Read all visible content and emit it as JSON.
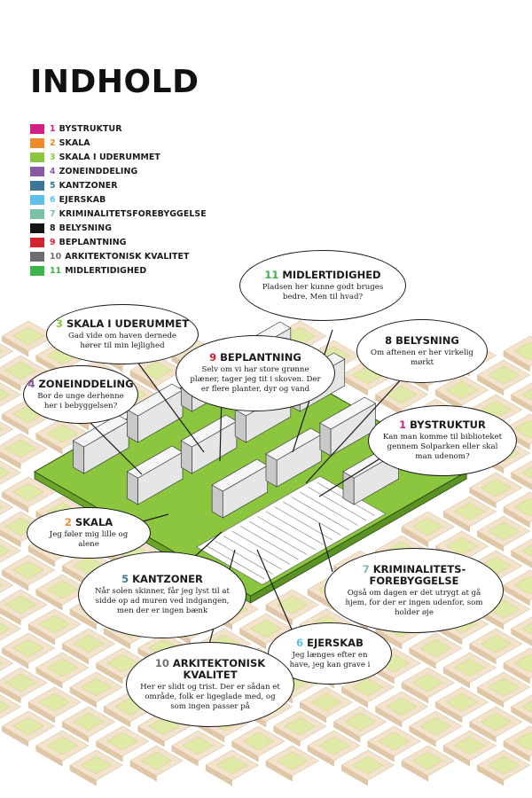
{
  "title": "INDHOLD",
  "toc": [
    {
      "num": "1",
      "label": "BYSTRUKTUR",
      "color": "#d21f86"
    },
    {
      "num": "2",
      "label": "SKALA",
      "color": "#ef8a2a"
    },
    {
      "num": "3",
      "label": "SKALA I UDERUMMET",
      "color": "#8cc63f"
    },
    {
      "num": "4",
      "label": "ZONEINDDELING",
      "color": "#8a5aa5"
    },
    {
      "num": "5",
      "label": "KANTZONER",
      "color": "#3d7896"
    },
    {
      "num": "6",
      "label": "EJERSKAB",
      "color": "#5cc1e8"
    },
    {
      "num": "7",
      "label": "KRIMINALITETSFOREBYGGELSE",
      "color": "#78c3a6"
    },
    {
      "num": "8",
      "label": "BELYSNING",
      "color": "#151515"
    },
    {
      "num": "9",
      "label": "BEPLANTNING",
      "color": "#d2242e"
    },
    {
      "num": "10",
      "label": "ARKITEKTONISK KVALITET",
      "color": "#6d6e71"
    },
    {
      "num": "11",
      "label": "MIDLERTIDIGHED",
      "color": "#3ab54a"
    }
  ],
  "bubbles": [
    {
      "key": "b11",
      "num": "11",
      "title": "MIDLERTIDIGHED",
      "text": "Pladsen her kunne godt bruges bedre. Men til hvad?",
      "color": "#3ab54a"
    },
    {
      "key": "b3",
      "num": "3",
      "title": "SKALA I UDERUMMET",
      "text": "Gad vide om haven dernede hører til min lejlighed",
      "color": "#8cc63f"
    },
    {
      "key": "b9",
      "num": "9",
      "title": "BEPLANTNING",
      "text": "Selv om vi har store grønne plæner, tager jeg tit i skoven. Der er flere planter, dyr og vand",
      "color": "#d2242e"
    },
    {
      "key": "b8",
      "num": "8",
      "title": "BELYSNING",
      "text": "Om aftenen er her virkelig mørkt",
      "color": "#151515"
    },
    {
      "key": "b4",
      "num": "4",
      "title": "ZONEINDDELING",
      "text": "Bor de unge derhenne her i bebyggelsen?",
      "color": "#8a5aa5"
    },
    {
      "key": "b1",
      "num": "1",
      "title": "BYSTRUKTUR",
      "text": "Kan man komme til biblioteket gennem Solparken eller skal man udenom?",
      "color": "#d21f86"
    },
    {
      "key": "b2",
      "num": "2",
      "title": "SKALA",
      "text": "Jeg føler mig lille og alene",
      "color": "#ef8a2a"
    },
    {
      "key": "b5",
      "num": "5",
      "title": "KANTZONER",
      "text": "Når solen skinner, får jeg lyst til at sidde op ad muren ved indgangen, men der er ingen bænk",
      "color": "#3d7896"
    },
    {
      "key": "b7",
      "num": "7",
      "title": "KRIMINALITETS- FOREBYGGELSE",
      "text": "Også om dagen er det utrygt at gå hjem, for der er ingen udenfor, som holder øje",
      "color": "#78c3a6"
    },
    {
      "key": "b6",
      "num": "6",
      "title": "EJERSKAB",
      "text": "Jeg længes efter en have, jeg kan grave i",
      "color": "#5cc1e8"
    },
    {
      "key": "b10",
      "num": "10",
      "title": "ARKITEKTONISK KVALITET",
      "text": "Her er slidt og trist. Der er sådan et område, folk er ligeglade med, og som ingen passer på",
      "color": "#6d6e71"
    }
  ]
}
